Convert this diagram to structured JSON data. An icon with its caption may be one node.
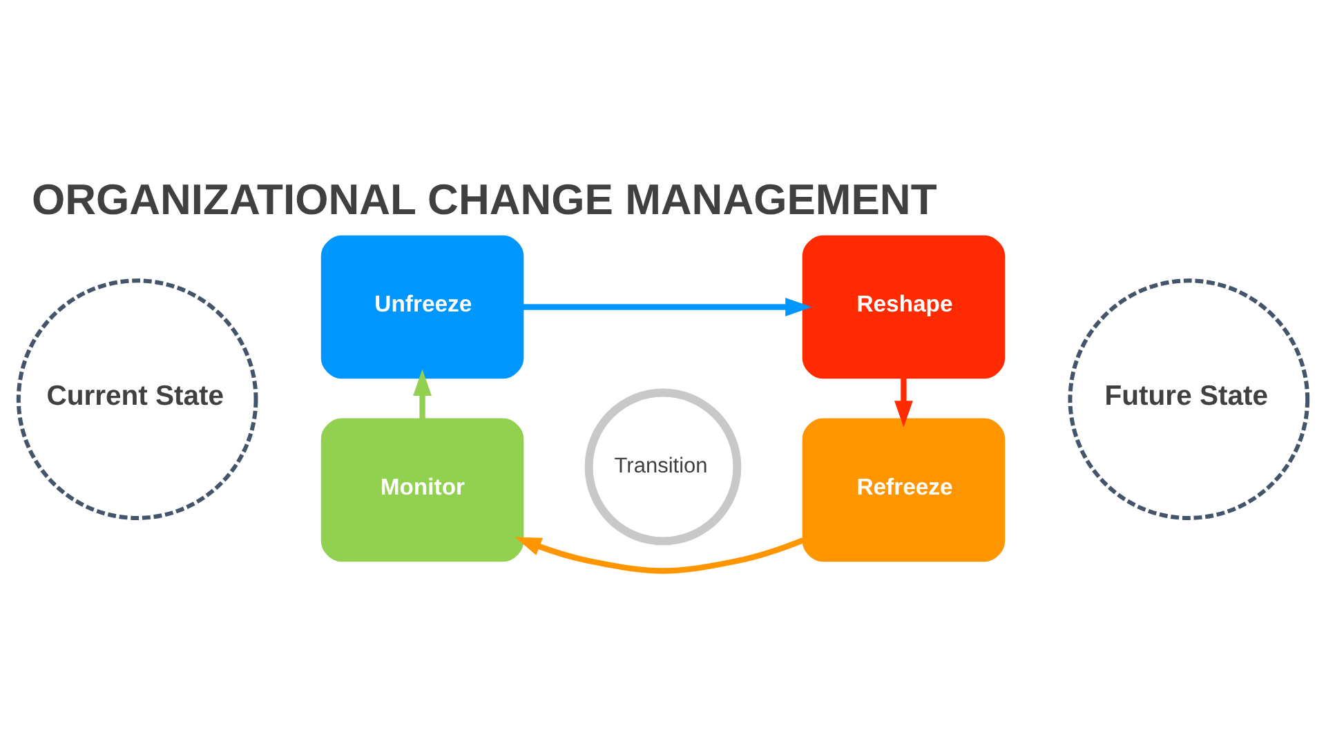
{
  "diagram": {
    "title": "ORGANIZATIONAL CHANGE MANAGEMENT",
    "nodes": [
      {
        "text": [
          "Current State"
        ]
      },
      {
        "text": [
          "Unfreeze"
        ]
      },
      {
        "text": [
          "Reshape"
        ]
      },
      {
        "text": [
          "Transition"
        ]
      },
      {
        "text": [
          "Monitor"
        ]
      },
      {
        "text": [
          "Refreeze"
        ]
      },
      {
        "text": [
          "Future State"
        ]
      }
    ],
    "edges": [
      {
        "from": 1,
        "to": 2,
        "arrow": "to",
        "color": "#0096ff"
      },
      {
        "from": 2,
        "to": 5,
        "arrow": "to",
        "color": "#ff2a00"
      },
      {
        "from": 5,
        "to": 4,
        "arrow": "to",
        "color": "#ff9600"
      },
      {
        "from": 4,
        "to": 1,
        "arrow": "to",
        "color": "#92d050"
      }
    ]
  }
}
